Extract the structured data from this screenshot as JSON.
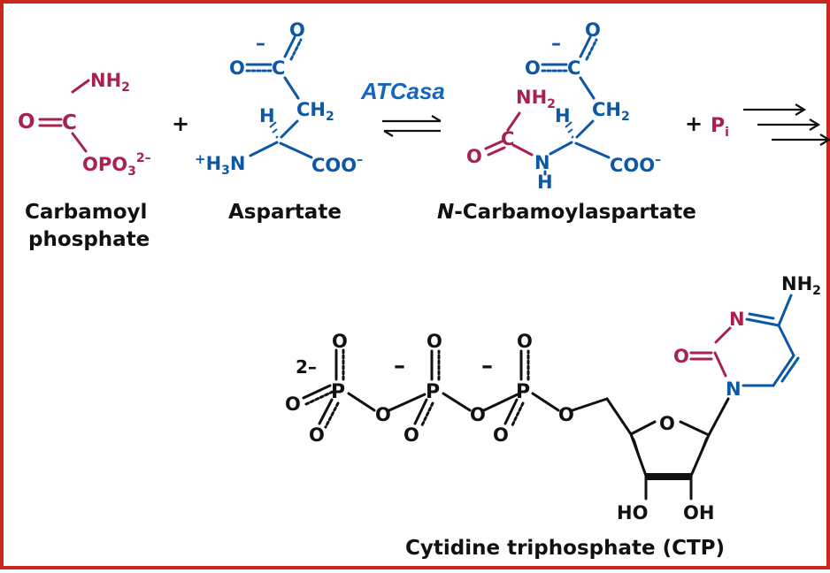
{
  "colors": {
    "frame": "#c8261e",
    "carbamoyl": "#a8224e",
    "aspartate": "#0d58a6",
    "ink": "#111111",
    "enzyme": "#1665c1"
  },
  "reaction": {
    "carbamoyl_phosphate": {
      "name_line1": "Carbamoyl",
      "name_line2": "phosphate",
      "nh2": "NH",
      "nh2_sub": "2",
      "carbonyl_o": "O",
      "carbon": "C",
      "phosphate": "OPO",
      "phosphate_sub": "3",
      "phosphate_sup": "2–"
    },
    "plus1": "+",
    "aspartate": {
      "name": "Aspartate",
      "charge": "–",
      "o_top": "O",
      "o_left": "O",
      "carbon": "C",
      "ch2": "CH",
      "ch2_sub": "2",
      "h": "H",
      "amine_plus": "+",
      "amine": "H",
      "amine_sub": "3",
      "amine_n": "N",
      "coo": "COO",
      "coo_sup": "–"
    },
    "enzyme": "ATCasa",
    "n_carbamoylaspartate": {
      "name_italic": "N",
      "name_rest": "-Carbamoylaspartate",
      "charge": "–",
      "o_top": "O",
      "o_left": "O",
      "carbon": "C",
      "ch2": "CH",
      "ch2_sub": "2",
      "h": "H",
      "nh2": "NH",
      "nh2_sub": "2",
      "carbonyl_o": "O",
      "carbamoyl_c": "C",
      "n": "N",
      "nh_h": "H",
      "coo": "COO",
      "coo_sup": "–"
    },
    "plus2": "+",
    "pi": "P",
    "pi_sub": "i"
  },
  "ctp": {
    "name": "Cytidine triphosphate (CTP)",
    "charge_2minus": "2–",
    "charge_minus_a": "–",
    "charge_minus_b": "–",
    "p1": "P",
    "p2": "P",
    "p3": "P",
    "o_left": "O",
    "o_top1": "O",
    "o_bot1": "O",
    "o_bridge1": "O",
    "o_top2": "O",
    "o_bot2": "O",
    "o_bridge2": "O",
    "o_top3": "O",
    "o_bot3": "O",
    "o_bridge3": "O",
    "o_ring": "O",
    "ho": "HO",
    "oh": "OH",
    "nh2": "NH",
    "nh2_sub": "2",
    "n3": "N",
    "n1": "N",
    "carbonyl_o": "O"
  }
}
